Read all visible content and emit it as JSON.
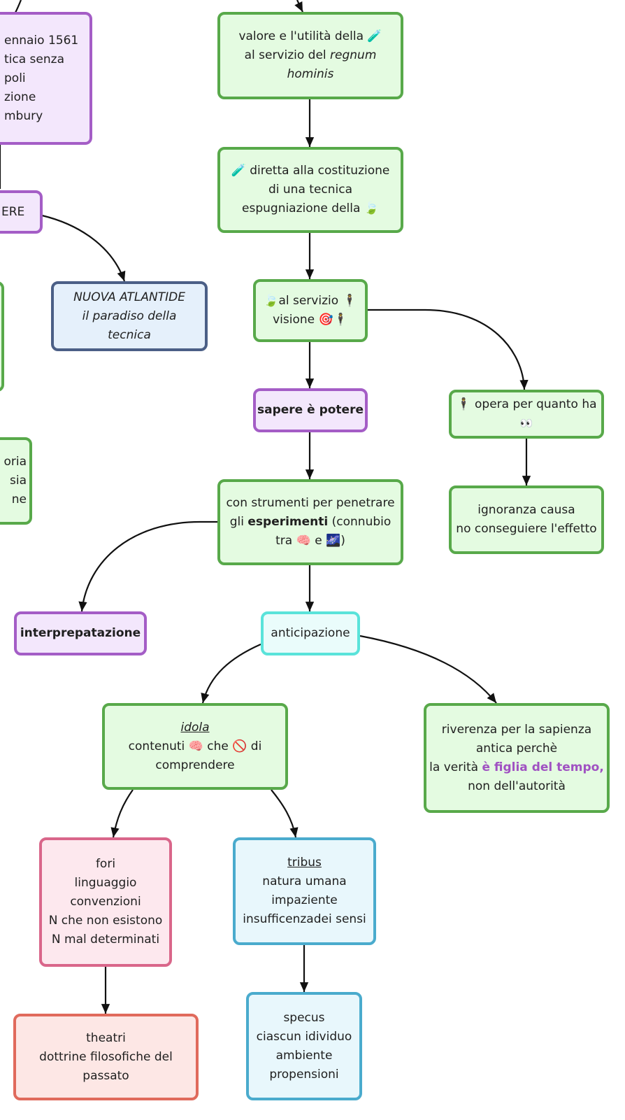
{
  "colors": {
    "green_fill": "#e4fbe1",
    "green_border": "#58a94a",
    "purple_fill": "#f3e7fc",
    "purple_border": "#a45dc6",
    "blue_fill": "#e5f0fb",
    "blue_border": "#4b5f86",
    "cyan_fill": "#eafcfb",
    "cyan_border": "#5ae3da",
    "pink_fill": "#fde8ee",
    "pink_border": "#d9668a",
    "salmon_fill": "#fde7e5",
    "salmon_border": "#e06a5c",
    "sky_fill": "#e8f7fc",
    "sky_border": "#4aabcd",
    "accent_text": "#a052c2"
  },
  "nodes": {
    "bacon_info": {
      "lines": [
        "ennaio 1561",
        "tica senza",
        "poli",
        "zione",
        "mbury"
      ]
    },
    "sapere_left": {
      "text": "ERE"
    },
    "nuova_atlantide": {
      "title": "NUOVA ATLANTIDE",
      "subtitle": "il paradiso della",
      "subtitle2": "tecnica"
    },
    "left_fragment": {
      "lines": [
        "oria",
        "sia",
        "ne"
      ]
    },
    "valore": {
      "line1": "valore e l'utilità della 🧪",
      "line2_pre": "al servizio del ",
      "line2_italic": "regnum",
      "line3_italic": "hominis"
    },
    "diretta": {
      "line1": "🧪 diretta alla costituzione",
      "line2": "di una tecnica",
      "line3": "espugniazione della 🍃"
    },
    "al_servizio": {
      "line1": "🍃al servizio 🕴",
      "line2": "visione 🎯🕴"
    },
    "sapere_potere": {
      "text": "sapere è potere"
    },
    "opera": {
      "line1": "🕴 opera per quanto ha",
      "line2": "👀"
    },
    "ignoranza": {
      "line1": "ignoranza causa",
      "line2": "no conseguiere l'effetto"
    },
    "strumenti": {
      "line1": "con strumenti per penetrare",
      "line2_pre": "gli ",
      "line2_bold": "esperimenti",
      "line2_post": " (connubio",
      "line3": "tra 🧠 e 🌌)"
    },
    "interpretazione": {
      "text": "interprepatazione"
    },
    "anticipazione": {
      "text": "anticipazione"
    },
    "idola": {
      "title": "idola",
      "line2": "contenuti 🧠 che 🚫 di",
      "line3": "comprendere"
    },
    "riverenza": {
      "line1": "riverenza per la sapienza",
      "line2": "antica perchè",
      "line3_pre": "la verità ",
      "line3_accent": "è figlia del tempo,",
      "line4": "non dell'autorità"
    },
    "fori": {
      "lines": [
        "fori",
        "linguaggio",
        "convenzioni",
        "N che non esistono",
        "N mal determinati"
      ]
    },
    "tribus": {
      "title": "tribus",
      "line2": "natura umana",
      "line3": "impaziente",
      "line4": "insufficenzadei sensi"
    },
    "theatri": {
      "line1": "theatri",
      "line2": "dottrine filosofiche del",
      "line3": "passato"
    },
    "specus": {
      "lines": [
        "specus",
        "ciascun idividuo",
        "ambiente",
        "propensioni"
      ]
    }
  }
}
